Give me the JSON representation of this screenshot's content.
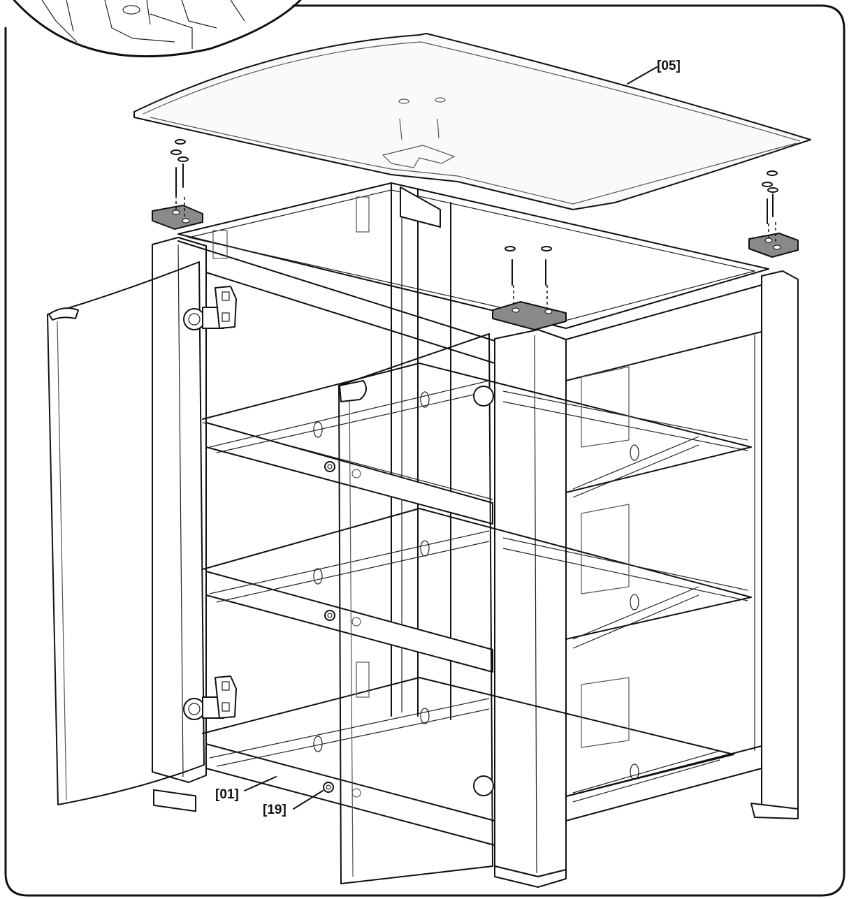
{
  "callouts": {
    "glass_top": "[05]",
    "bottom_rail": "[01]",
    "cam_fitting": "[19]"
  },
  "colors": {
    "line": "#111111",
    "bracket": "#8a8a8a",
    "frame_edge": "#e8e8e8",
    "background": "#ffffff"
  }
}
